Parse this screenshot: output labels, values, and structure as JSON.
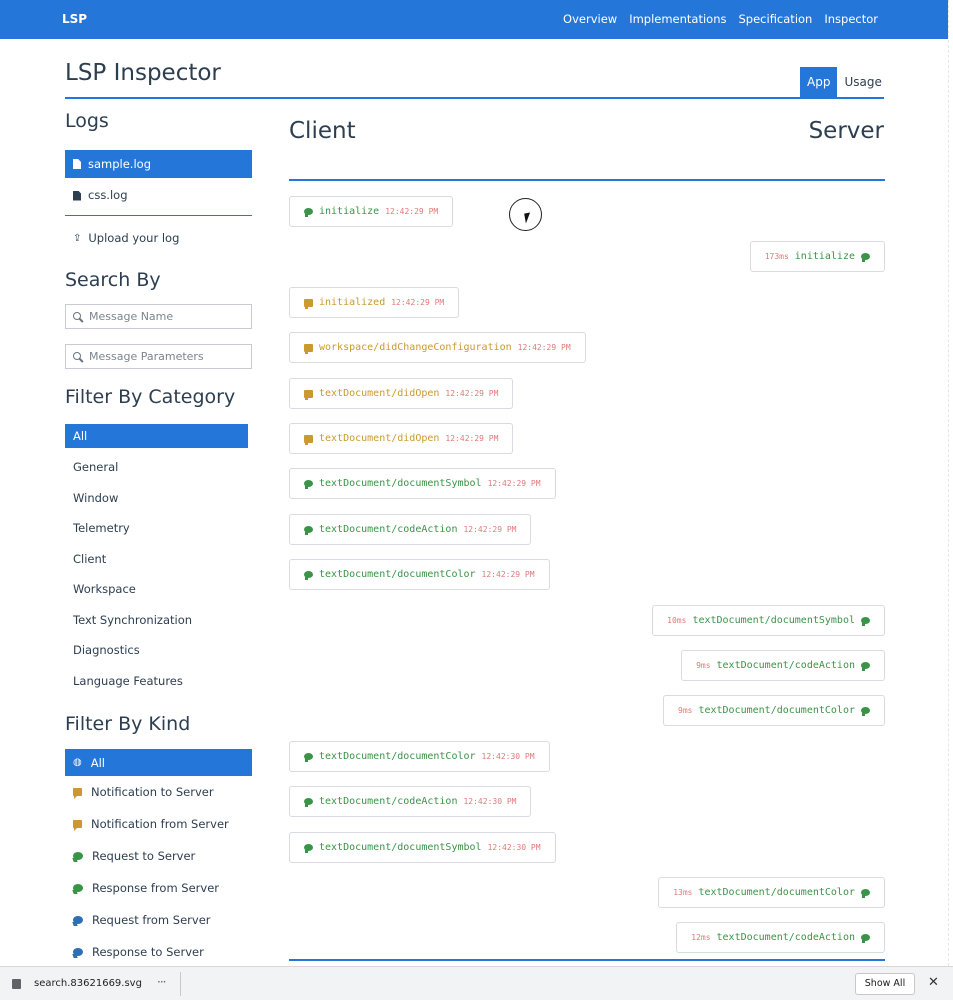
{
  "topbar": {
    "brand": "LSP",
    "nav": [
      "Overview",
      "Implementations",
      "Specification",
      "Inspector"
    ]
  },
  "page": {
    "title": "LSP Inspector",
    "tabs": [
      {
        "label": "App",
        "active": true
      },
      {
        "label": "Usage",
        "active": false
      }
    ]
  },
  "sidebar": {
    "logs_heading": "Logs",
    "logs": [
      {
        "label": "sample.log",
        "selected": true
      },
      {
        "label": "css.log",
        "selected": false
      }
    ],
    "upload_label": "Upload your log",
    "search_heading": "Search By",
    "search_name_placeholder": "Message Name",
    "search_params_placeholder": "Message Parameters",
    "category_heading": "Filter By Category",
    "categories": [
      "All",
      "General",
      "Window",
      "Telemetry",
      "Client",
      "Workspace",
      "Text Synchronization",
      "Diagnostics",
      "Language Features"
    ],
    "kind_heading": "Filter By Kind",
    "kinds": [
      {
        "label": "All",
        "icon": "globe-icon"
      },
      {
        "label": "Notification to Server",
        "icon": "notification-icon",
        "color": "#c99a2e"
      },
      {
        "label": "Notification from Server",
        "icon": "notification-icon",
        "color": "#c99a2e"
      },
      {
        "label": "Request to Server",
        "icon": "request-icon",
        "color": "#3a9448"
      },
      {
        "label": "Response from Server",
        "icon": "response-icon",
        "color": "#3a9448"
      },
      {
        "label": "Request from Server",
        "icon": "request-icon",
        "color": "#2f6fb5"
      },
      {
        "label": "Response to Server",
        "icon": "response-icon",
        "color": "#2f6fb5"
      }
    ]
  },
  "main": {
    "client_heading": "Client",
    "server_heading": "Server",
    "messages": [
      {
        "side": "client",
        "kind": "green",
        "name": "initialize",
        "time": "12:42:29 PM"
      },
      {
        "side": "server",
        "kind": "green",
        "name": "initialize",
        "duration": "173ms"
      },
      {
        "side": "client",
        "kind": "gold",
        "name": "initialized",
        "time": "12:42:29 PM"
      },
      {
        "side": "client",
        "kind": "gold",
        "name": "workspace/didChangeConfiguration",
        "time": "12:42:29 PM"
      },
      {
        "side": "client",
        "kind": "gold",
        "name": "textDocument/didOpen",
        "time": "12:42:29 PM"
      },
      {
        "side": "client",
        "kind": "gold",
        "name": "textDocument/didOpen",
        "time": "12:42:29 PM"
      },
      {
        "side": "client",
        "kind": "green",
        "name": "textDocument/documentSymbol",
        "time": "12:42:29 PM"
      },
      {
        "side": "client",
        "kind": "green",
        "name": "textDocument/codeAction",
        "time": "12:42:29 PM"
      },
      {
        "side": "client",
        "kind": "green",
        "name": "textDocument/documentColor",
        "time": "12:42:29 PM"
      },
      {
        "side": "server",
        "kind": "green",
        "name": "textDocument/documentSymbol",
        "duration": "10ms"
      },
      {
        "side": "server",
        "kind": "green",
        "name": "textDocument/codeAction",
        "duration": "9ms"
      },
      {
        "side": "server",
        "kind": "green",
        "name": "textDocument/documentColor",
        "duration": "9ms"
      },
      {
        "side": "client",
        "kind": "green",
        "name": "textDocument/documentColor",
        "time": "12:42:30 PM"
      },
      {
        "side": "client",
        "kind": "green",
        "name": "textDocument/codeAction",
        "time": "12:42:30 PM"
      },
      {
        "side": "client",
        "kind": "green",
        "name": "textDocument/documentSymbol",
        "time": "12:42:30 PM"
      },
      {
        "side": "server",
        "kind": "green",
        "name": "textDocument/documentColor",
        "duration": "13ms"
      },
      {
        "side": "server",
        "kind": "green",
        "name": "textDocument/codeAction",
        "duration": "12ms"
      }
    ]
  },
  "downloads": {
    "file_name": "search.83621669.svg",
    "more": "···",
    "show_all": "Show All",
    "close": "✕"
  },
  "colors": {
    "accent": "#2476d9",
    "notification": "#c99a2e",
    "request_response": "#3a9448",
    "timestamp": "#e07a7a"
  }
}
